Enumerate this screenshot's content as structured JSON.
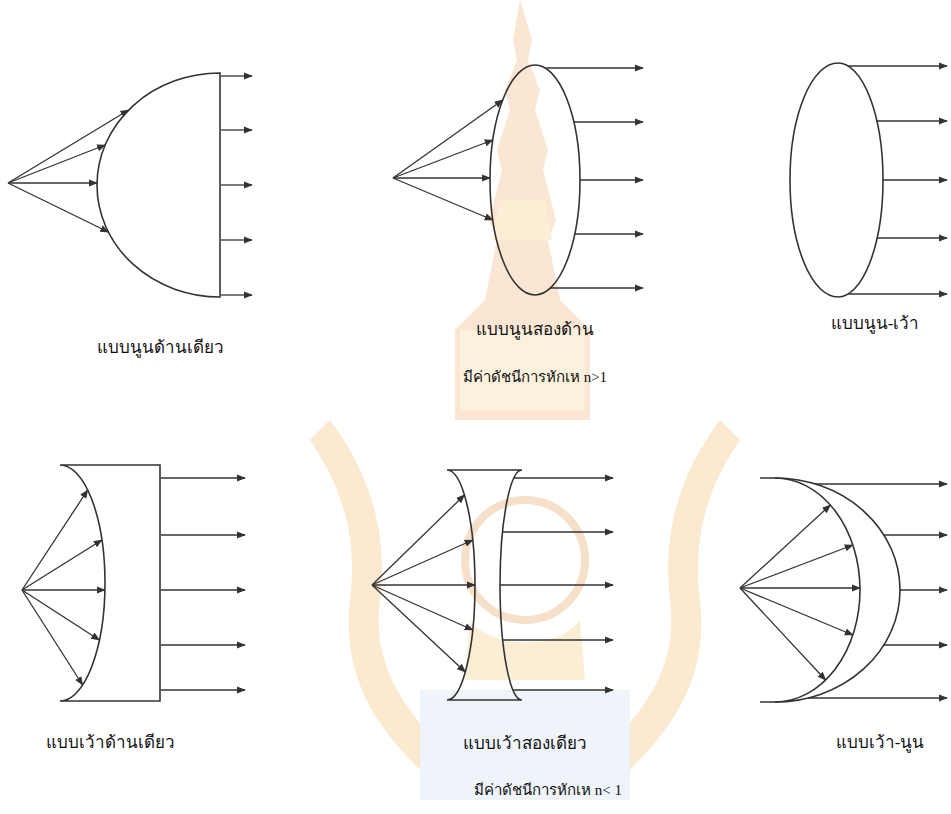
{
  "diagram": {
    "labels": [
      "แบบนูนด้านเดียว",
      "แบบนูนสองด้าน",
      "แบบนูน-เว้า",
      "มีค่าดัชนีการหักเห n>1",
      "แบบเว้าด้านเดียว",
      "แบบเว้าสองเดียว",
      "แบบเว้า-นูน",
      "มีค่าดัชนีการหักเห n< 1"
    ]
  }
}
